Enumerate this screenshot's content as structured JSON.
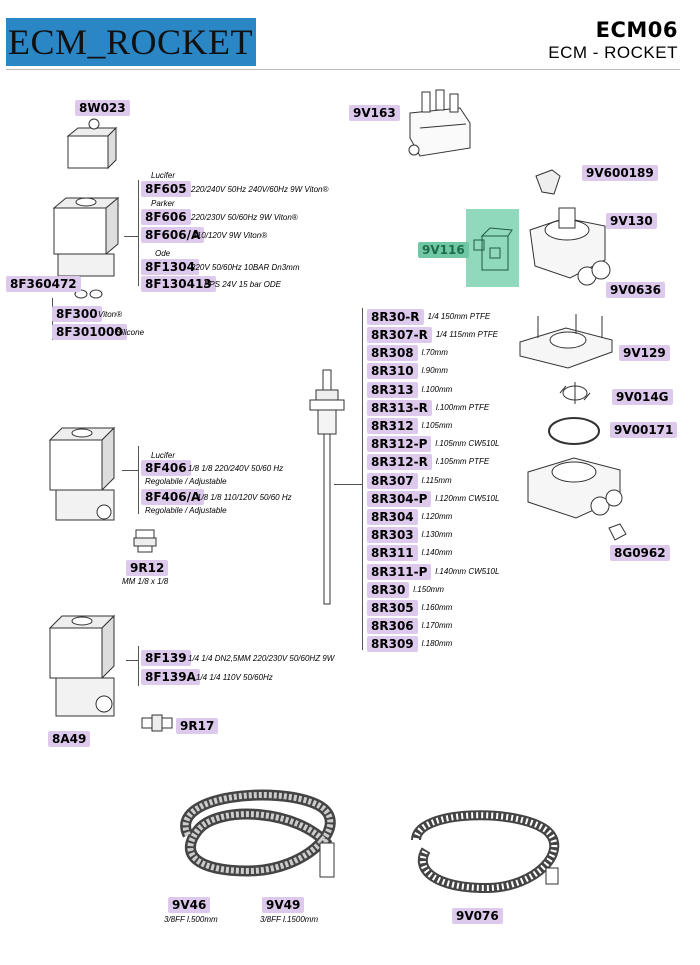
{
  "header": {
    "brand": "ECM_ROCKET",
    "model": "ECM06",
    "subtitle": "ECM - ROCKET"
  },
  "colors": {
    "label_bg": "#ddc9ec",
    "highlight": "#6fc7a3",
    "brand_bar": "#2a86c4"
  },
  "parts": {
    "p8W023": "8W023",
    "p9V163": "9V163",
    "p9V600189": "9V600189",
    "p9V130": "9V130",
    "p9V116": "9V116",
    "p9V0636": "9V0636",
    "p8F605": "8F605",
    "p8F606": "8F606",
    "p8F606A": "8F606/A",
    "p8F1304": "8F1304",
    "p8F130413": "8F130413",
    "p8F360472": "8F360472",
    "p8F300": "8F300",
    "p8F301000": "8F301000",
    "p8F406": "8F406",
    "p8F406A": "8F406/A",
    "p9R12": "9R12",
    "p8F139": "8F139",
    "p8F139A": "8F139A",
    "p9R17": "9R17",
    "p8A49": "8A49",
    "p9V129": "9V129",
    "p9V014G": "9V014G",
    "p9V00171": "9V00171",
    "p8G0962": "8G0962",
    "p9V46": "9V46",
    "p9V49": "9V49",
    "p9V076": "9V076"
  },
  "notes": {
    "lucifer1": "Lucifer",
    "parker": "Parker",
    "ode": "Ode",
    "lucifer2": "Lucifer",
    "n8F605": "220/240V 50Hz 240V/60Hz 9W Viton®",
    "n8F606": "220/230V 50/60Hz 9W Viton®",
    "n8F606A": "110/120V 9W Viton®",
    "n8F1304": "220V 50/60Hz 10BAR Dn3mm",
    "n8F130413": "PPS 24V 15 bar  ODE",
    "n8F300": "Viton®",
    "n8F301000": "Silicone",
    "n8F406": "1/8 1/8 220/240V 50/60 Hz",
    "n8F406sub": "Regolabile / Adjustable",
    "n8F406A": "1/8 1/8 110/120V 50/60 Hz",
    "n8F406Asub": "Regolabile / Adjustable",
    "n9R12": "MM 1/8 x 1/8",
    "n8F139": "1/4 1/4 DN2,5MM 220/230V 50/60HZ 9W",
    "n8F139A": "1/4 1/4 110V 50/60Hz",
    "n9V46": "3/8FF l.500mm",
    "n9V49": "3/8FF l.1500mm"
  },
  "probes": [
    {
      "code": "8R30-R",
      "note": "1/4 150mm PTFE"
    },
    {
      "code": "8R307-R",
      "note": "1/4 115mm PTFE"
    },
    {
      "code": "8R308",
      "note": "l.70mm"
    },
    {
      "code": "8R310",
      "note": "l.90mm"
    },
    {
      "code": "8R313",
      "note": "l.100mm"
    },
    {
      "code": "8R313-R",
      "note": "l.100mm PTFE"
    },
    {
      "code": "8R312",
      "note": "l.105mm"
    },
    {
      "code": "8R312-P",
      "note": "l.105mm CW510L"
    },
    {
      "code": "8R312-R",
      "note": "l.105mm PTFE"
    },
    {
      "code": "8R307",
      "note": "l.115mm"
    },
    {
      "code": "8R304-P",
      "note": "l.120mm CW510L"
    },
    {
      "code": "8R304",
      "note": "l.120mm"
    },
    {
      "code": "8R303",
      "note": "l.130mm"
    },
    {
      "code": "8R311",
      "note": "l.140mm"
    },
    {
      "code": "8R311-P",
      "note": "l.140mm CW510L"
    },
    {
      "code": "8R30",
      "note": "l.150mm"
    },
    {
      "code": "8R305",
      "note": "l.160mm"
    },
    {
      "code": "8R306",
      "note": "l.170mm"
    },
    {
      "code": "8R309",
      "note": "l.180mm"
    }
  ]
}
